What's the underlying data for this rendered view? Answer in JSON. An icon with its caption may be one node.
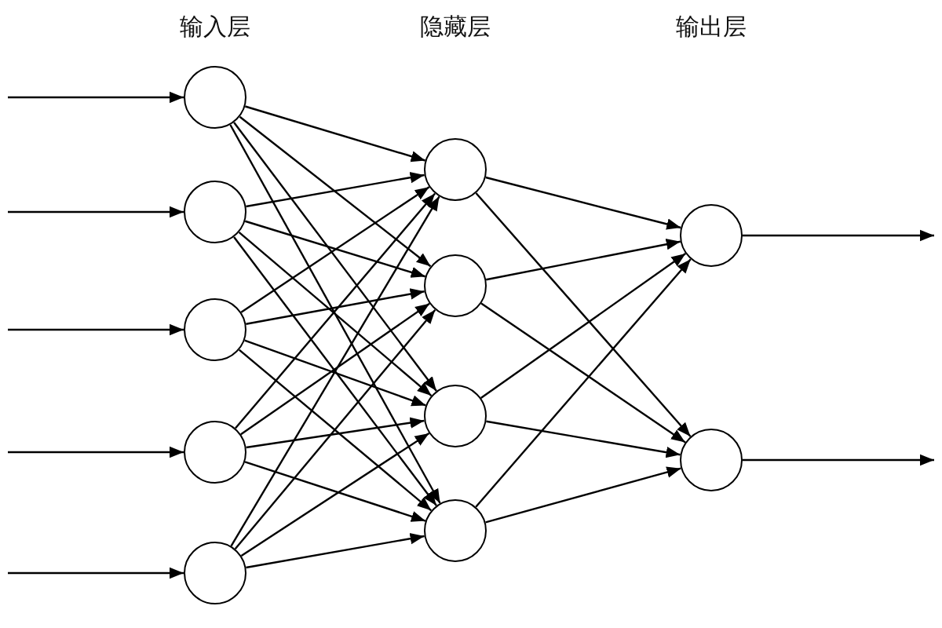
{
  "diagram": {
    "nodes": [
      {
        "text": [],
        "shape": "circle"
      },
      {
        "text": [],
        "shape": "circle"
      },
      {
        "text": [],
        "shape": "circle"
      },
      {
        "text": [],
        "shape": "circle"
      },
      {
        "text": [],
        "shape": "circle"
      },
      {
        "text": [],
        "shape": "circle"
      },
      {
        "text": [],
        "shape": "circle"
      },
      {
        "text": [],
        "shape": "circle"
      },
      {
        "text": [],
        "shape": "circle"
      },
      {
        "text": [],
        "shape": "circle"
      },
      {
        "text": [],
        "shape": "circle"
      }
    ],
    "edges": [
      {
        "from": null,
        "to": 0,
        "arrow": "to"
      },
      {
        "from": null,
        "to": 1,
        "arrow": "to"
      },
      {
        "from": null,
        "to": 2,
        "arrow": "to"
      },
      {
        "from": null,
        "to": 3,
        "arrow": "to"
      },
      {
        "from": null,
        "to": 4,
        "arrow": "to"
      },
      {
        "from": 0,
        "to": 5,
        "arrow": "to"
      },
      {
        "from": 0,
        "to": 6,
        "arrow": "to"
      },
      {
        "from": 0,
        "to": 7,
        "arrow": "to"
      },
      {
        "from": 0,
        "to": 8,
        "arrow": "to"
      },
      {
        "from": 1,
        "to": 5,
        "arrow": "to"
      },
      {
        "from": 1,
        "to": 6,
        "arrow": "to"
      },
      {
        "from": 1,
        "to": 7,
        "arrow": "to"
      },
      {
        "from": 1,
        "to": 8,
        "arrow": "to"
      },
      {
        "from": 2,
        "to": 5,
        "arrow": "to"
      },
      {
        "from": 2,
        "to": 6,
        "arrow": "to"
      },
      {
        "from": 2,
        "to": 7,
        "arrow": "to"
      },
      {
        "from": 2,
        "to": 8,
        "arrow": "to"
      },
      {
        "from": 3,
        "to": 5,
        "arrow": "to"
      },
      {
        "from": 3,
        "to": 6,
        "arrow": "to"
      },
      {
        "from": 3,
        "to": 7,
        "arrow": "to"
      },
      {
        "from": 3,
        "to": 8,
        "arrow": "to"
      },
      {
        "from": 4,
        "to": 5,
        "arrow": "to"
      },
      {
        "from": 4,
        "to": 6,
        "arrow": "to"
      },
      {
        "from": 4,
        "to": 7,
        "arrow": "to"
      },
      {
        "from": 4,
        "to": 8,
        "arrow": "to"
      },
      {
        "from": 5,
        "to": 9,
        "arrow": "to"
      },
      {
        "from": 5,
        "to": 10,
        "arrow": "to"
      },
      {
        "from": 6,
        "to": 9,
        "arrow": "to"
      },
      {
        "from": 6,
        "to": 10,
        "arrow": "to"
      },
      {
        "from": 7,
        "to": 9,
        "arrow": "to"
      },
      {
        "from": 7,
        "to": 10,
        "arrow": "to"
      },
      {
        "from": 8,
        "to": 9,
        "arrow": "to"
      },
      {
        "from": 8,
        "to": 10,
        "arrow": "to"
      },
      {
        "from": 9,
        "to": null,
        "arrow": "to"
      },
      {
        "from": 10,
        "to": null,
        "arrow": "to"
      }
    ],
    "labels": [
      "输入层",
      "隐藏层",
      "输出层"
    ]
  }
}
